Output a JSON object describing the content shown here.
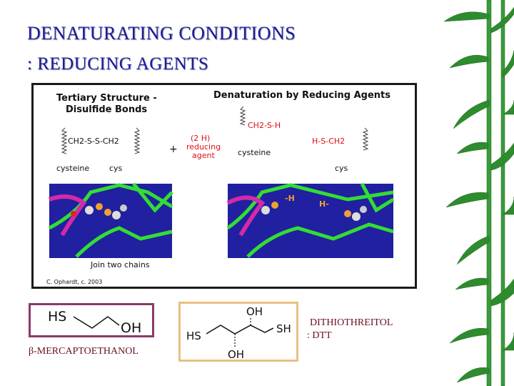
{
  "slide": {
    "title_line1": "DENATURATING  CONDITIONS",
    "title_line2": ":  REDUCING  AGENTS"
  },
  "figure": {
    "left_header_1": "Tertiary Structure -",
    "left_header_2": "Disulfide Bonds",
    "right_header": "Denaturation by Reducing Agents",
    "left_bond": "CH2-S-S-CH2",
    "left_label_a": "cysteine",
    "left_label_b": "cys",
    "plus": "+",
    "agent_1": "(2 H)",
    "agent_2": "reducing",
    "agent_3": "agent",
    "right_top_bond": "CH2-S-H",
    "right_label_a": "cysteine",
    "right_bottom_bond": "H-S-CH2",
    "right_label_b": "cys",
    "mol_right_h1": "-H",
    "mol_right_h2": "H-",
    "caption": "Join two chains",
    "credit": "C. Ophardt, c. 2003"
  },
  "structures": {
    "bme_hs": "HS",
    "bme_oh": "OH",
    "dtt_oh_top": "OH",
    "dtt_oh_bottom": "OH",
    "dtt_hs": "HS",
    "dtt_sh": "SH"
  },
  "labels": {
    "bme_label": "β-MERCAPTOETHANOL",
    "dtt_label_1": "DITHIOTHREITOL",
    "dtt_label_2": ": DTT"
  },
  "colors": {
    "title": "#1a1a9a",
    "label": "#6a1020",
    "bamboo": "#2e8b2e",
    "chain": "#33dd33",
    "helix": "#d22aa8",
    "molbg": "#2020a0"
  },
  "decor": {
    "background_icon": "bamboo-icon"
  }
}
